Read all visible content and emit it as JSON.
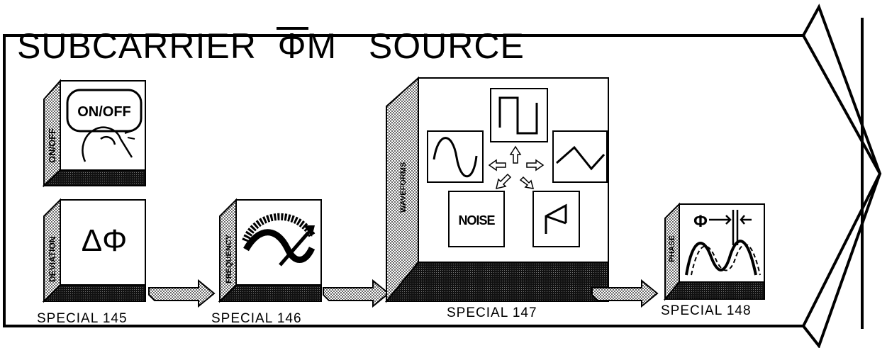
{
  "title": {
    "part1": "SUBCARRIER",
    "symbol": "Φ",
    "part2": "M",
    "part3": "SOURCE"
  },
  "blocks": {
    "onoff": {
      "side_label": "ON/OFF",
      "button_text": "ON/OFF"
    },
    "deviation": {
      "side_label": "DEVIATION",
      "symbol": "ΔΦ"
    },
    "frequency": {
      "side_label": "FREQUENCY"
    },
    "waveforms": {
      "side_label": "WAVEFORMS",
      "noise_label": "NOISE"
    },
    "phase": {
      "side_label": "PHASE",
      "symbol": "Φ"
    }
  },
  "specials": [
    "SPECIAL 145",
    "SPECIAL 146",
    "SPECIAL 147",
    "SPECIAL 148"
  ]
}
